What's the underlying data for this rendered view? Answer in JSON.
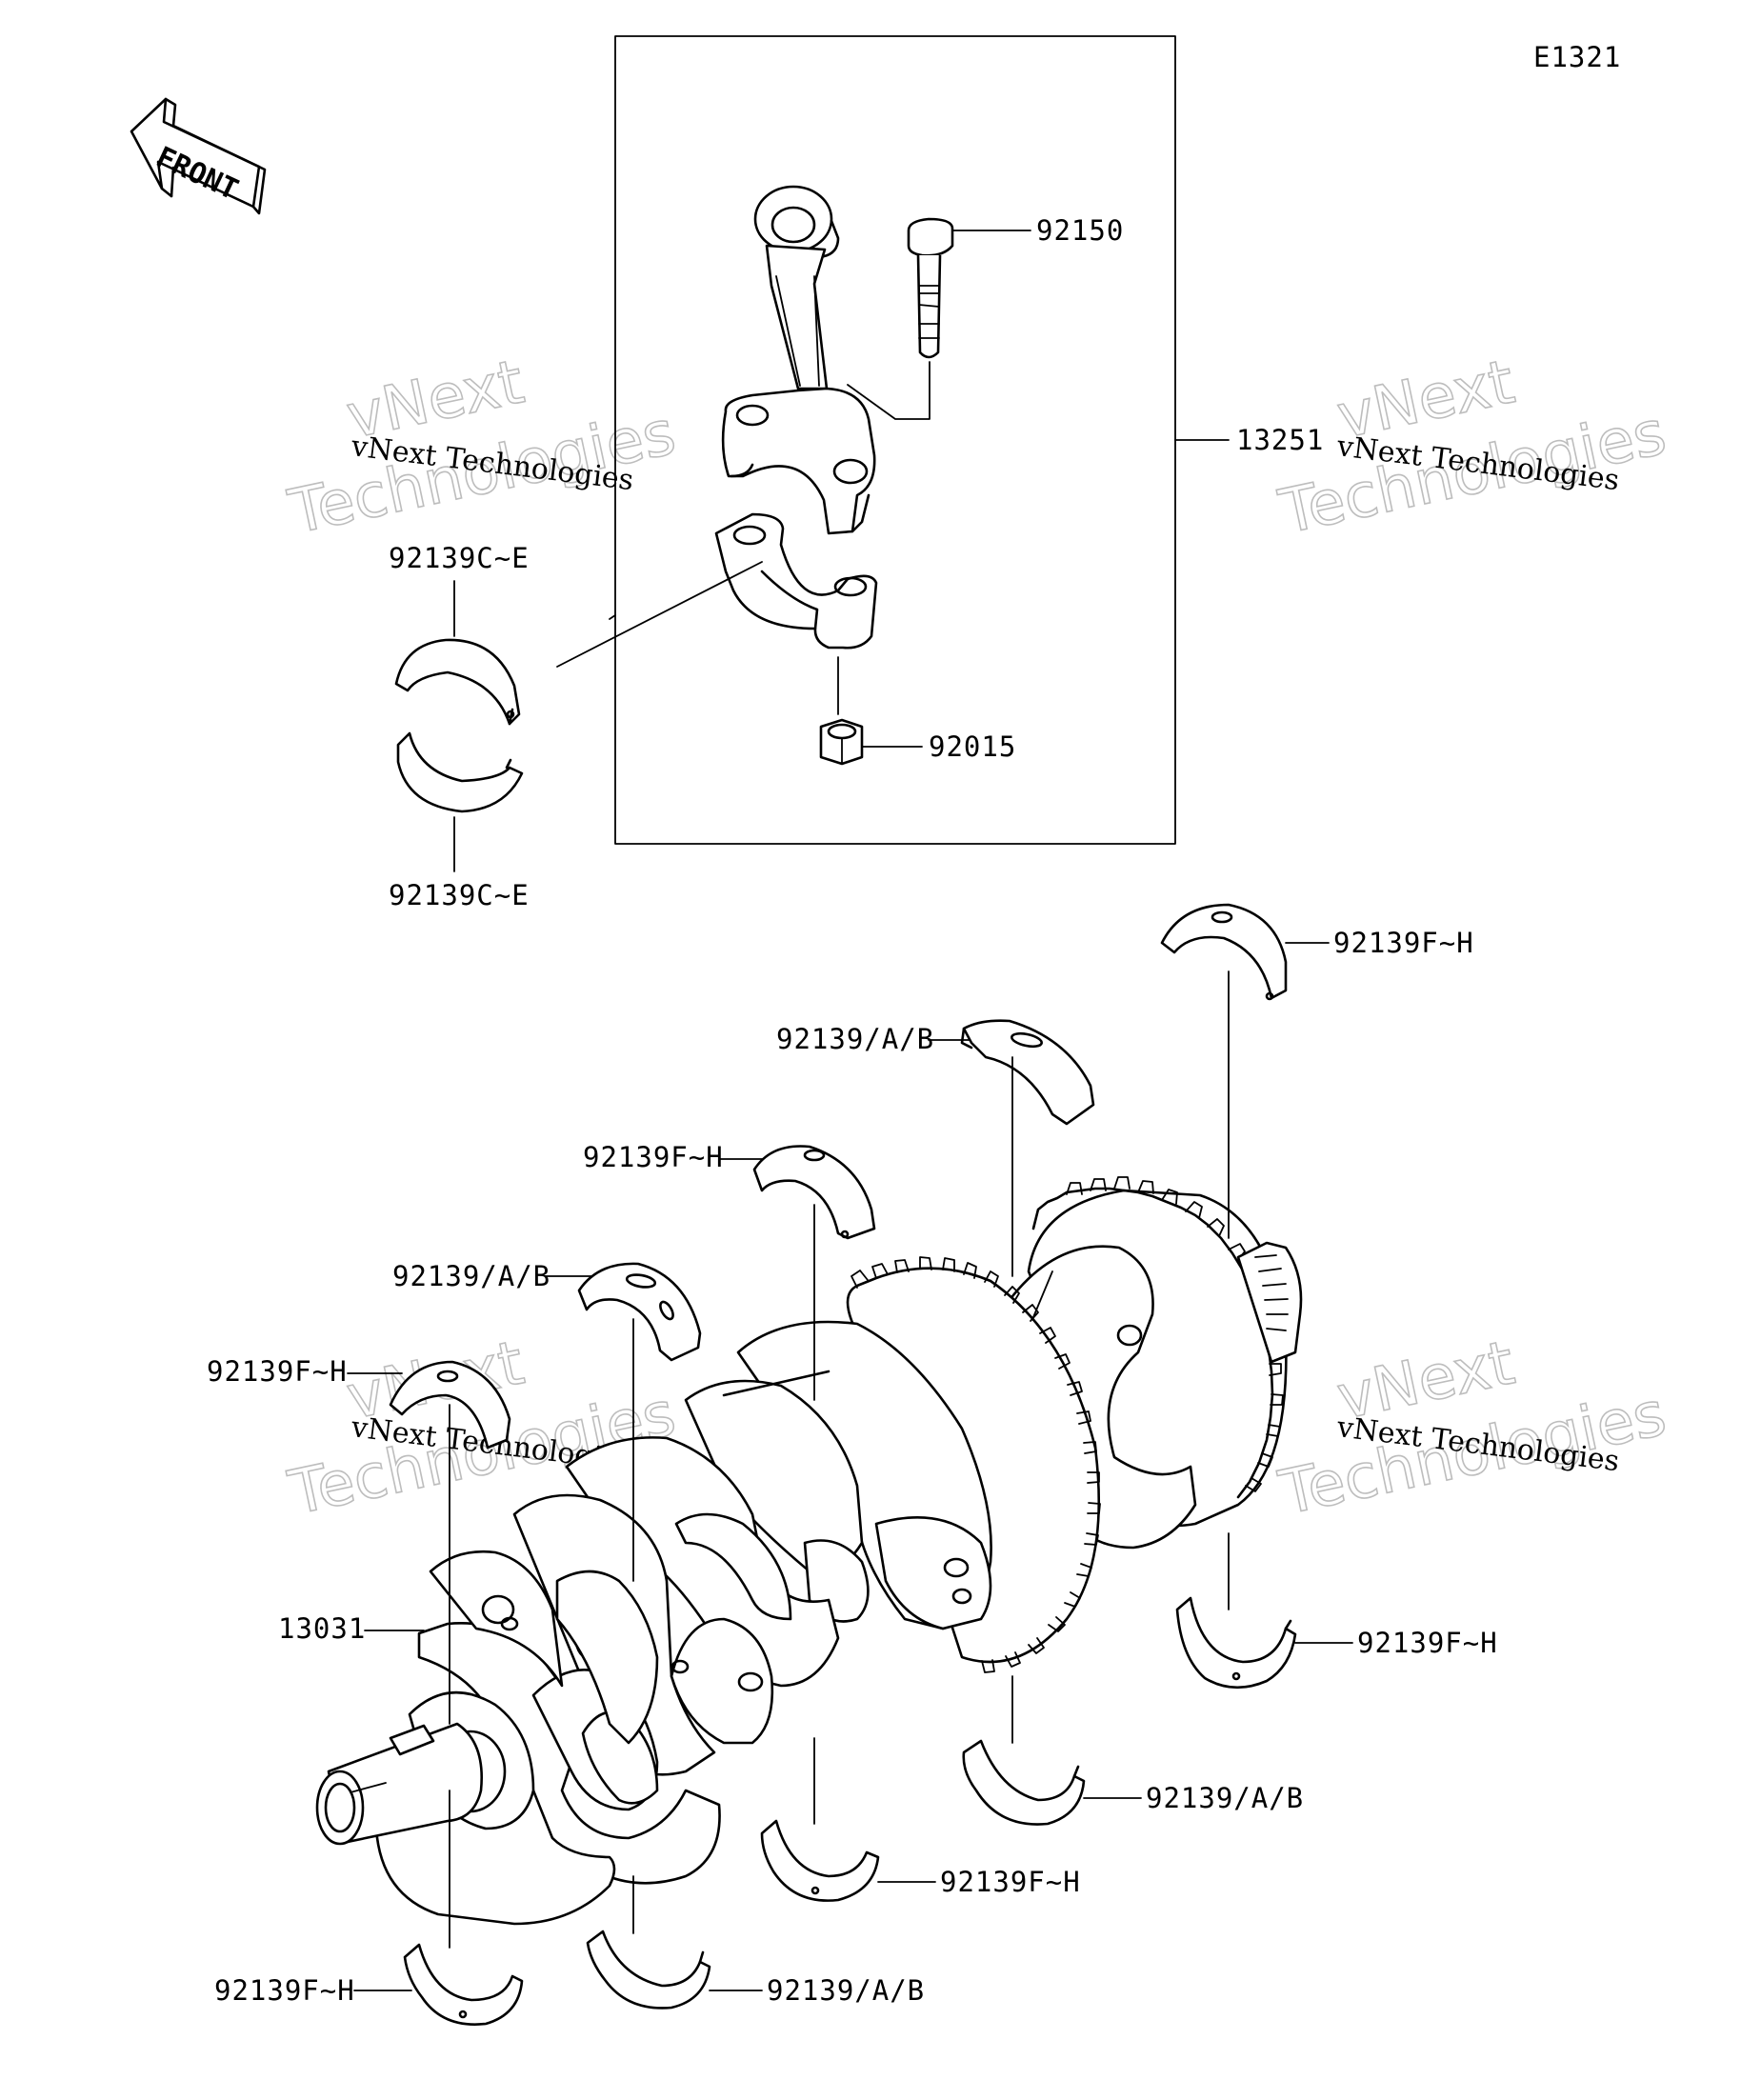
{
  "diagram": {
    "code": "E1321",
    "front_label": "FRONT"
  },
  "parts": {
    "p92150": "92150",
    "p13251": "13251",
    "p92139ce_top": "92139C~E",
    "p92139ce_bottom": "92139C~E",
    "p92015": "92015",
    "p92139fh_1": "92139F~H",
    "p92139ab_1": "92139/A/B",
    "p92139fh_2": "92139F~H",
    "p92139ab_2": "92139/A/B",
    "p92139fh_3": "92139F~H",
    "p13031": "13031",
    "p92139fh_4": "92139F~H",
    "p92139ab_3": "92139/A/B",
    "p92139fh_5": "92139F~H",
    "p92139fh_6": "92139F~H",
    "p92139ab_4": "92139/A/B"
  },
  "watermark": {
    "line1": "vNext Technologies",
    "big1": "vNext",
    "big2": "Technologies"
  }
}
